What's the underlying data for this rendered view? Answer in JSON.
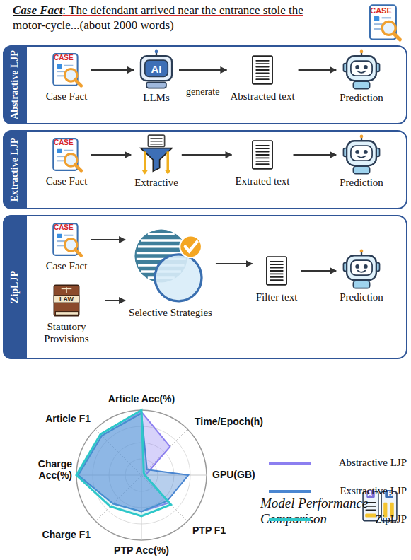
{
  "diagram": {
    "nodes": [
      {
        "text": [
          "Abstractive LJP"
        ]
      },
      {
        "text": [
          "Case Fact"
        ],
        "in": 0
      },
      {
        "text": [
          "LLMs"
        ],
        "in": 0
      },
      {
        "text": [
          "Abstracted text"
        ],
        "in": 0
      },
      {
        "text": [
          "Prediction"
        ],
        "in": 0
      },
      {
        "text": [
          "Extractive LJP"
        ]
      },
      {
        "text": [
          "Case Fact"
        ],
        "in": 5
      },
      {
        "text": [
          "Extractive"
        ],
        "in": 5
      },
      {
        "text": [
          "Extrated text"
        ],
        "in": 5
      },
      {
        "text": [
          "Prediction"
        ],
        "in": 5
      },
      {
        "text": [
          "ZipLJP"
        ]
      },
      {
        "text": [
          "Case Fact"
        ],
        "in": 10
      },
      {
        "text": [
          "Statutory Provisions"
        ],
        "in": 10
      },
      {
        "text": [
          "Selective Strategies"
        ],
        "in": 10
      },
      {
        "text": [
          "Filter text"
        ],
        "in": 10
      },
      {
        "text": [
          "Prediction"
        ],
        "in": 10
      }
    ],
    "edges": [
      {
        "from": 1,
        "to": 2,
        "arrow": "to"
      },
      {
        "from": 2,
        "to": 3,
        "label": "generate",
        "arrow": "to"
      },
      {
        "from": 3,
        "to": 4,
        "arrow": "to"
      },
      {
        "from": 6,
        "to": 7,
        "arrow": "to"
      },
      {
        "from": 7,
        "to": 8,
        "arrow": "to"
      },
      {
        "from": 8,
        "to": 9,
        "arrow": "to"
      },
      {
        "from": 11,
        "to": 13,
        "arrow": "to"
      },
      {
        "from": 12,
        "to": 13,
        "arrow": "to"
      },
      {
        "from": 13,
        "to": 14,
        "arrow": "to"
      },
      {
        "from": 14,
        "to": 15,
        "arrow": "to"
      }
    ],
    "labels": [
      "Case Fact",
      ": The defendant arrived near the entrance stole the motor-cycle...(about 2000 words)",
      "CASE",
      "CASE",
      "AI",
      "CASE",
      "CASE",
      "LAW",
      "Article Acc(%)",
      "Time/Epoch(h)",
      "GPU(GB)",
      "PTP F1",
      "PTP Acc(%)",
      "Charge F1",
      "Charge Acc(%)",
      "Article F1",
      "Model Performance Comparison",
      "A",
      "B"
    ],
    "legend": [
      {
        "text": "Abstractive LJP",
        "color": "#8c7ff0"
      },
      {
        "text": "Exstractive LJP",
        "color": "#4a86d1"
      },
      {
        "text": "ZipLJP",
        "color": "#2ec7c9"
      }
    ]
  }
}
